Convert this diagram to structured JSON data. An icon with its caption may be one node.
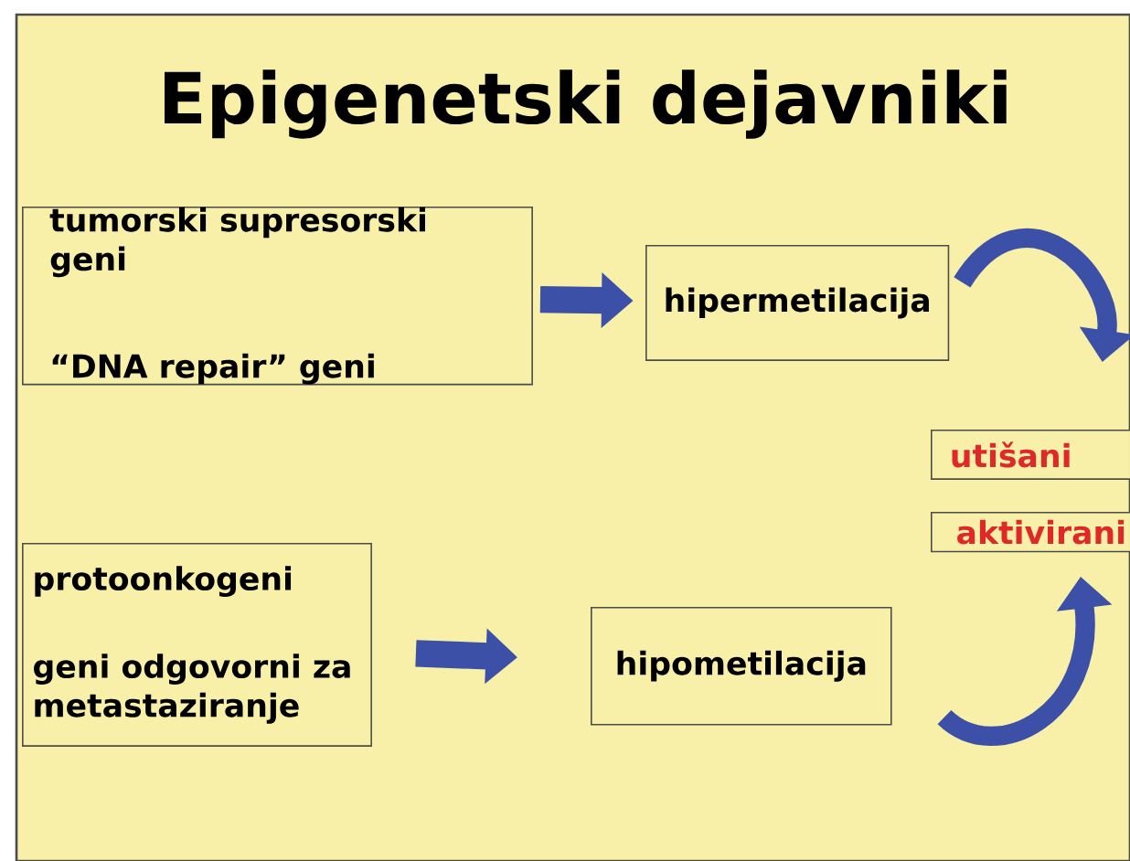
{
  "diagram": {
    "title": "Epigenetski dejavniki",
    "nodes": [
      {
        "text": [
          "tumorski supresorski geni",
          "“DNA repair” geni"
        ]
      },
      {
        "text": [
          "hipermetilacija"
        ]
      },
      {
        "text": [
          "utišani"
        ]
      },
      {
        "text": [
          "aktivirani"
        ]
      },
      {
        "text": [
          "protoonkogeni",
          "geni odgovorni za metastaziranje"
        ]
      },
      {
        "text": [
          "hipometilacija"
        ]
      }
    ],
    "edges": [
      {
        "from": 0,
        "to": 1,
        "arrow": "to"
      },
      {
        "from": 1,
        "to": 2,
        "arrow": "to"
      },
      {
        "from": 4,
        "to": 5,
        "arrow": "to"
      },
      {
        "from": 5,
        "to": 3,
        "arrow": "to"
      }
    ]
  }
}
